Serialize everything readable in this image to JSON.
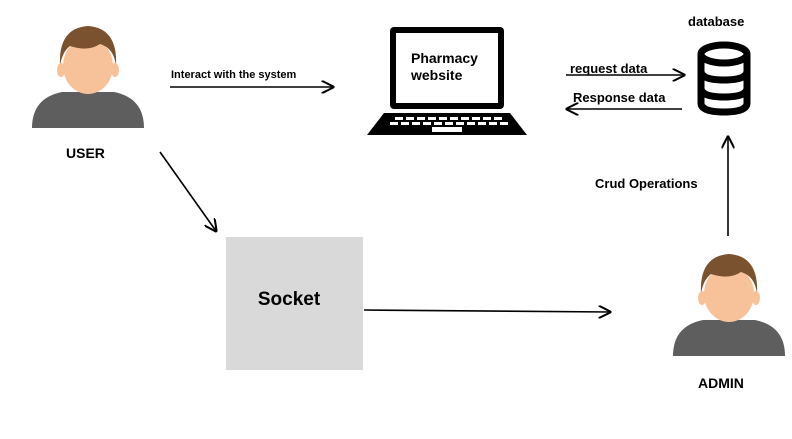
{
  "colors": {
    "background": "#ffffff",
    "socket_fill": "#d9d9d9",
    "avatar_hair": "#7a5230",
    "avatar_skin": "#f7c29a",
    "avatar_body": "#5e5e5e",
    "line": "#000000"
  },
  "nodes": {
    "user": {
      "label": "USER",
      "icon": "user-avatar-icon"
    },
    "admin": {
      "label": "ADMIN",
      "icon": "admin-avatar-icon"
    },
    "website": {
      "line1": "Pharmacy",
      "line2": "website",
      "icon": "laptop-icon"
    },
    "database": {
      "label": "database",
      "icon": "database-icon"
    },
    "socket": {
      "label": "Socket"
    }
  },
  "edges": {
    "user_to_website": "Interact with the system",
    "website_to_database": "request data",
    "database_to_website": "Response data",
    "admin_to_database": "Crud Operations"
  }
}
